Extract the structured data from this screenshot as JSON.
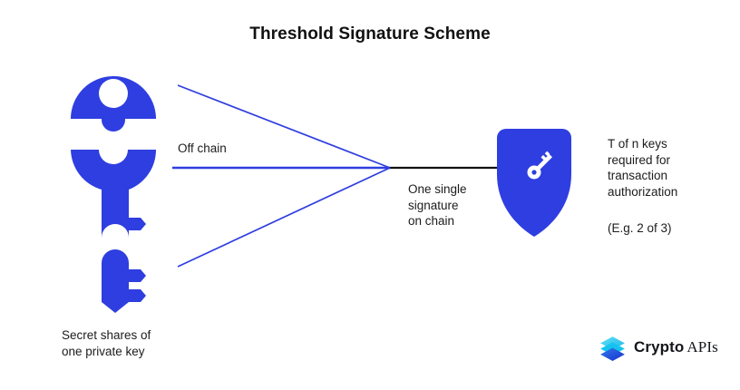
{
  "page": {
    "title": "Threshold Signature Scheme",
    "background": "#ffffff"
  },
  "colors": {
    "brand_blue": "#2f3ee0",
    "line_blue": "#2f3ee0",
    "line_black": "#111111",
    "text": "#1c1c1c",
    "logo_cyan": "#3fd0f0",
    "logo_blue": "#1a3ddb",
    "logo_text": "#15161c",
    "shield_key_white": "#ffffff"
  },
  "diagram": {
    "left_group": {
      "name": "secret-key-shares",
      "caption": "Secret shares of\none private key",
      "shares": [
        {
          "name": "key-share-top",
          "part": "bow-upper-with-hole"
        },
        {
          "name": "key-share-middle",
          "part": "bow-lower-and-shaft"
        },
        {
          "name": "key-share-bottom",
          "part": "shaft-tip-with-teeth"
        }
      ]
    },
    "edges": {
      "off_chain_label": "Off chain",
      "off_chain_color": "#2f3ee0",
      "on_chain_color": "#111111",
      "converge_label": "One single\nsignature\non chain"
    },
    "right_group": {
      "name": "shield-with-key",
      "icon": "shield-key-icon",
      "note_main": "T of n keys\nrequired for\ntransaction\nauthorization",
      "note_example": "(E.g. 2 of 3)"
    }
  },
  "logo": {
    "mark": "stacked-layers-hexagon-icon",
    "word_primary": "Crypto",
    "word_secondary": "APIs"
  }
}
